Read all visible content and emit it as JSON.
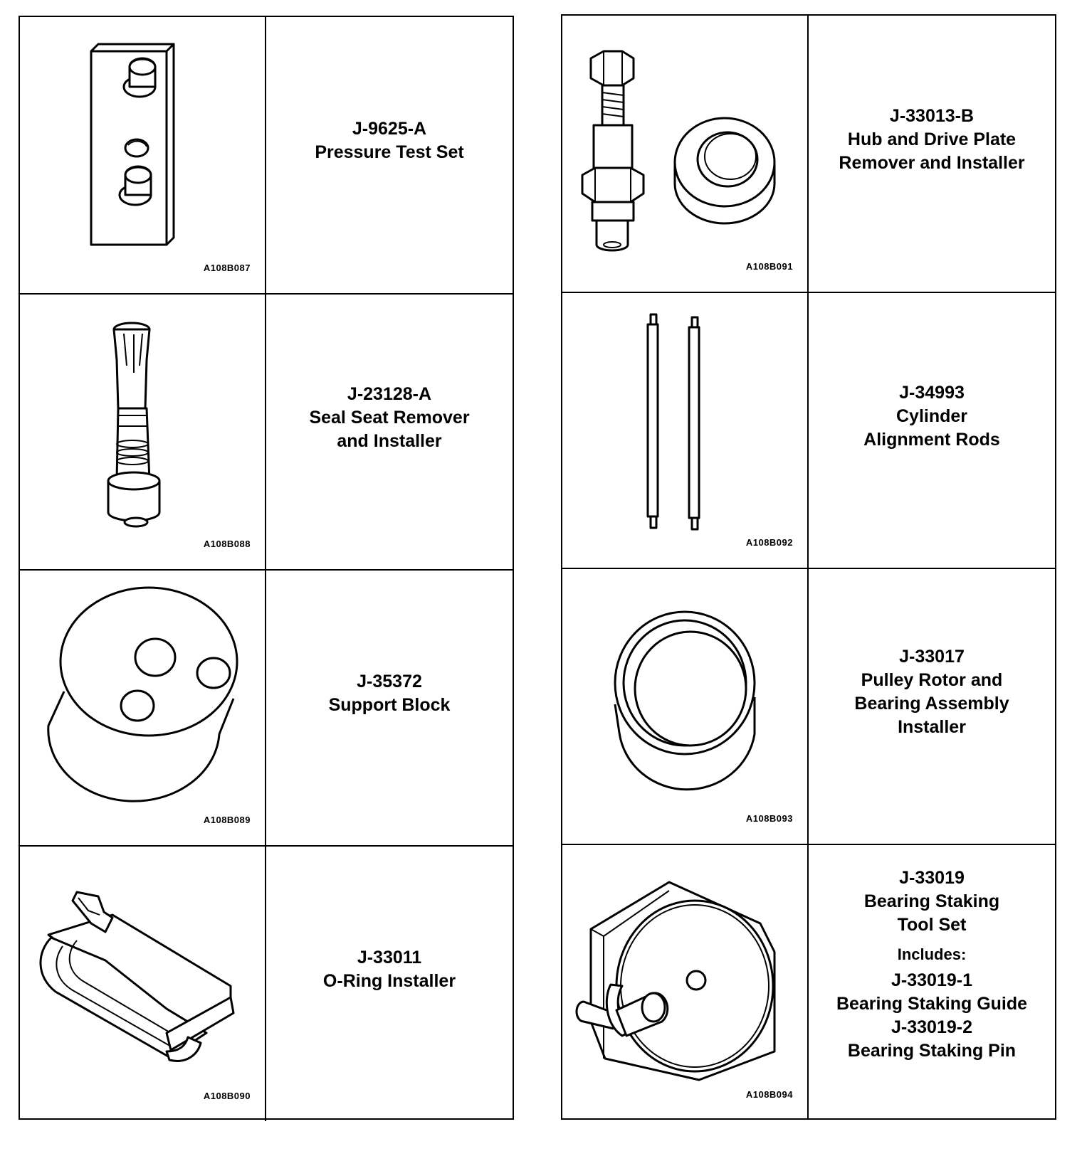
{
  "tools": [
    {
      "part": "J-9625-A",
      "lines": [
        "Pressure Test Set"
      ],
      "fig": "A108B087",
      "icon": "pressure-test-set-icon"
    },
    {
      "part": "J-23128-A",
      "lines": [
        "Seal Seat Remover",
        "and Installer"
      ],
      "fig": "A108B088",
      "icon": "seal-seat-tool-icon"
    },
    {
      "part": "J-35372",
      "lines": [
        "Support Block"
      ],
      "fig": "A108B089",
      "icon": "support-block-icon"
    },
    {
      "part": "J-33011",
      "lines": [
        "O-Ring Installer"
      ],
      "fig": "A108B090",
      "icon": "o-ring-installer-icon"
    },
    {
      "part": "J-33013-B",
      "lines": [
        "Hub and Drive Plate",
        "Remover and Installer"
      ],
      "fig": "A108B091",
      "icon": "hub-drive-plate-tool-icon"
    },
    {
      "part": "J-34993",
      "lines": [
        "Cylinder",
        "Alignment Rods"
      ],
      "fig": "A108B092",
      "icon": "alignment-rods-icon"
    },
    {
      "part": "J-33017",
      "lines": [
        "Pulley Rotor and",
        "Bearing Assembly",
        "Installer"
      ],
      "fig": "A108B093",
      "icon": "pulley-rotor-installer-icon"
    },
    {
      "part": "J-33019",
      "lines": [
        "Bearing Staking",
        "Tool Set"
      ],
      "fig": "A108B094",
      "icon": "bearing-staking-tool-icon",
      "includes_label": "Includes:",
      "includes": [
        {
          "part": "J-33019-1",
          "name": "Bearing Staking Guide"
        },
        {
          "part": "J-33019-2",
          "name": "Bearing Staking Pin"
        }
      ]
    }
  ]
}
